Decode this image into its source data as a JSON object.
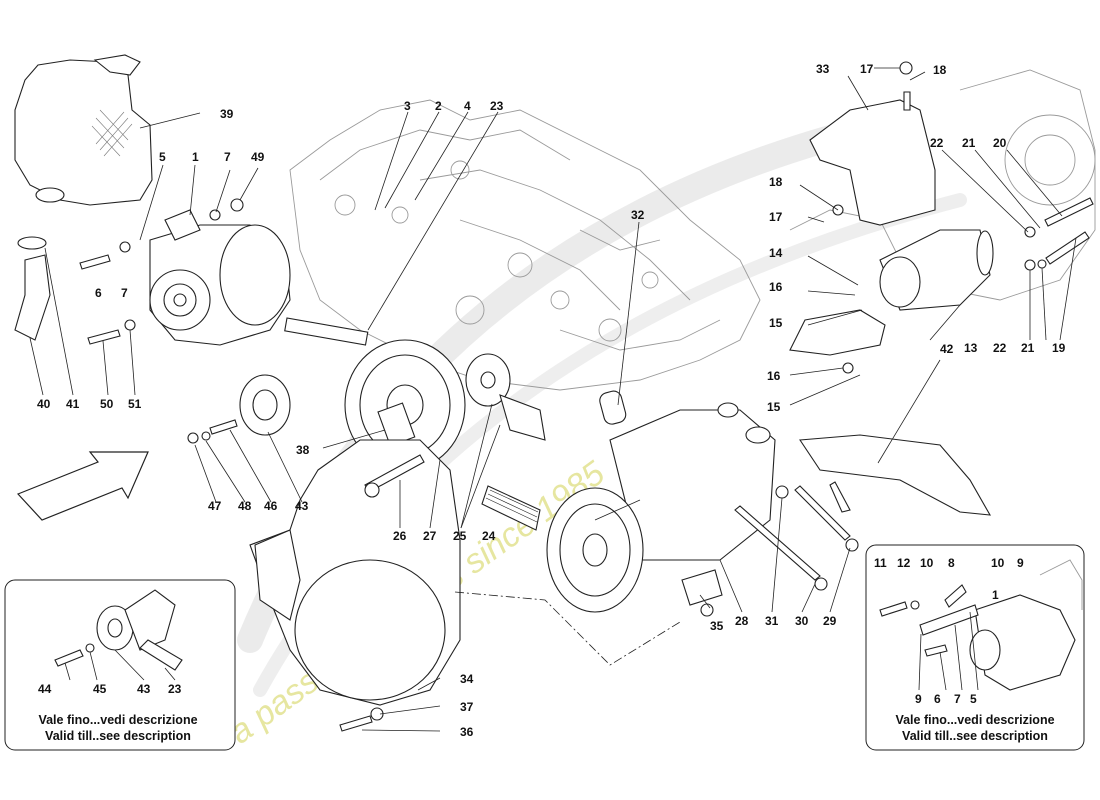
{
  "callouts": [
    {
      "id": "39",
      "text": "39"
    },
    {
      "id": "5",
      "text": "5"
    },
    {
      "id": "1",
      "text": "1"
    },
    {
      "id": "7a",
      "text": "7"
    },
    {
      "id": "49",
      "text": "49"
    },
    {
      "id": "3",
      "text": "3"
    },
    {
      "id": "2",
      "text": "2"
    },
    {
      "id": "4",
      "text": "4"
    },
    {
      "id": "23",
      "text": "23"
    },
    {
      "id": "33",
      "text": "33"
    },
    {
      "id": "17a",
      "text": "17"
    },
    {
      "id": "18a",
      "text": "18"
    },
    {
      "id": "22a",
      "text": "22"
    },
    {
      "id": "21a",
      "text": "21"
    },
    {
      "id": "20",
      "text": "20"
    },
    {
      "id": "18b",
      "text": "18"
    },
    {
      "id": "17b",
      "text": "17"
    },
    {
      "id": "32",
      "text": "32"
    },
    {
      "id": "14",
      "text": "14"
    },
    {
      "id": "16a",
      "text": "16"
    },
    {
      "id": "15a",
      "text": "15"
    },
    {
      "id": "13",
      "text": "13"
    },
    {
      "id": "22b",
      "text": "22"
    },
    {
      "id": "21b",
      "text": "21"
    },
    {
      "id": "19",
      "text": "19"
    },
    {
      "id": "16b",
      "text": "16"
    },
    {
      "id": "15b",
      "text": "15"
    },
    {
      "id": "42",
      "text": "42"
    },
    {
      "id": "6a",
      "text": "6"
    },
    {
      "id": "7b",
      "text": "7"
    },
    {
      "id": "40",
      "text": "40"
    },
    {
      "id": "41",
      "text": "41"
    },
    {
      "id": "50",
      "text": "50"
    },
    {
      "id": "51",
      "text": "51"
    },
    {
      "id": "38",
      "text": "38"
    },
    {
      "id": "47",
      "text": "47"
    },
    {
      "id": "48",
      "text": "48"
    },
    {
      "id": "46",
      "text": "46"
    },
    {
      "id": "43a",
      "text": "43"
    },
    {
      "id": "26",
      "text": "26"
    },
    {
      "id": "27",
      "text": "27"
    },
    {
      "id": "25",
      "text": "25"
    },
    {
      "id": "24",
      "text": "24"
    },
    {
      "id": "28",
      "text": "28"
    },
    {
      "id": "31",
      "text": "31"
    },
    {
      "id": "30",
      "text": "30"
    },
    {
      "id": "29",
      "text": "29"
    },
    {
      "id": "35",
      "text": "35"
    },
    {
      "id": "34",
      "text": "34"
    },
    {
      "id": "37",
      "text": "37"
    },
    {
      "id": "36",
      "text": "36"
    },
    {
      "id": "44",
      "text": "44"
    },
    {
      "id": "45",
      "text": "45"
    },
    {
      "id": "43b",
      "text": "43"
    },
    {
      "id": "23b",
      "text": "23"
    },
    {
      "id": "11",
      "text": "11"
    },
    {
      "id": "12",
      "text": "12"
    },
    {
      "id": "10a",
      "text": "10"
    },
    {
      "id": "8",
      "text": "8"
    },
    {
      "id": "10b",
      "text": "10"
    },
    {
      "id": "9a",
      "text": "9"
    },
    {
      "id": "1b",
      "text": "1"
    },
    {
      "id": "9b",
      "text": "9"
    },
    {
      "id": "6b",
      "text": "6"
    },
    {
      "id": "7c",
      "text": "7"
    },
    {
      "id": "5b",
      "text": "5"
    }
  ],
  "inset_left": {
    "line1": "Vale fino...vedi descrizione",
    "line2": "Valid till..see description"
  },
  "inset_right": {
    "line1": "Vale fino...vedi descrizione",
    "line2": "Valid till..see description"
  },
  "watermark": {
    "tagline": "a passion for parts since 1985",
    "color": "#e6e6a0"
  },
  "colors": {
    "line": "#222222",
    "ghost": "#9a9a9a",
    "watermark_grey": "#d8d8d8"
  }
}
